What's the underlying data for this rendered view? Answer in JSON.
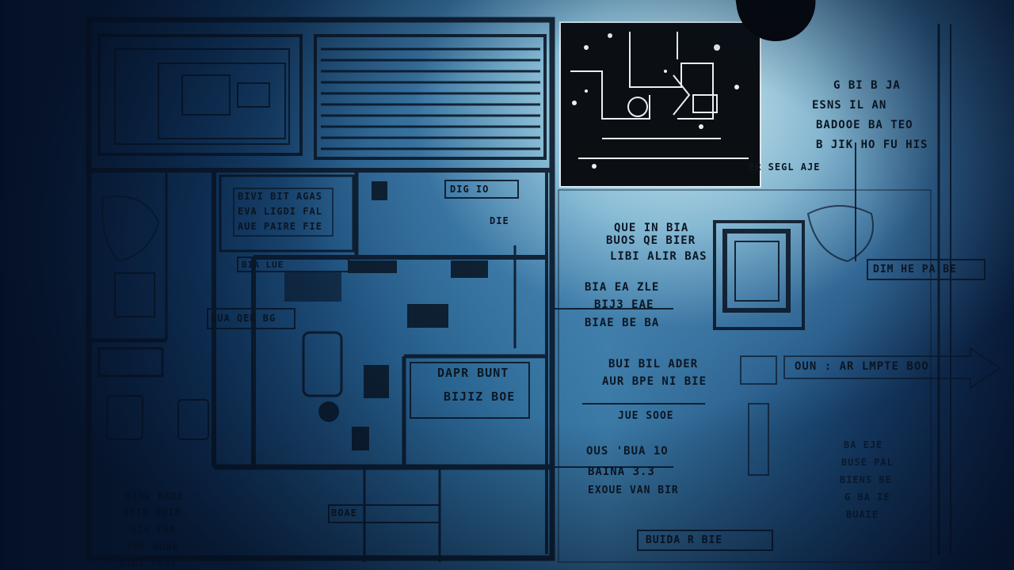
{
  "scene": {
    "description_tag": "blueprint-floorplan-photo",
    "colors": {
      "paper_light": "#d7eef5",
      "paper_blue": "#3b7aa6",
      "shadow": "#081a33",
      "ink": "#0c1622"
    }
  },
  "labels": {
    "top_right_1": "G BI B JA",
    "top_right_2": "ESNS IL AN",
    "top_right_3": "BADOOE BA TEO",
    "top_right_4": "B JIK HO FU HIS",
    "scan_caption": "ER SEGL AJE",
    "room_a_1": "BIVI BIT AGAS",
    "room_a_2": "EVA LIGDI FAL",
    "room_a_3": "AUE PAIRE FIE",
    "room_tag_1": "DIG IO",
    "room_tag_2": "DIE",
    "center_1": "QUE IN BIA",
    "center_2": "BUOS QE BIER",
    "center_3": "LIBI ALIR BAS",
    "mid_1": "BIA EA ZLE",
    "mid_2": "BIJ3 EAE",
    "mid_3": "BIAE BE BA",
    "hall_tag": "BUA QER BG",
    "box_1": "DAPR BUNT",
    "box_2": "BIJIZ BOE",
    "right_1": "BUI BIL ADER",
    "right_2": "AUR BPE NI BIE",
    "right_3": "JUE SOOE",
    "right_4": "OUS 'BUA 1O",
    "right_5": "BAINA 3.3",
    "right_6": "EXOUE VAN BIR",
    "arrow_label": "OUN : AR LMPTE BOO",
    "bottom_tag": "DIM HE PA BE",
    "bottom_band": "BUIDA R BIE",
    "far_right_1": "BA EJE",
    "far_right_2": "BUSE PAL",
    "far_right_3": "BIENS BE",
    "far_right_4": "G BA IE",
    "far_right_5": "BUAIE",
    "left_small_1": "BIA LUE",
    "left_small_2": "BOAE",
    "left_note_1": "BIOL BADE",
    "left_note_2": "BEID DOIB",
    "left_note_3": "BIA EAR",
    "left_note_4": "EOE BUBE",
    "left_note_5": "BIUS BEBE"
  }
}
